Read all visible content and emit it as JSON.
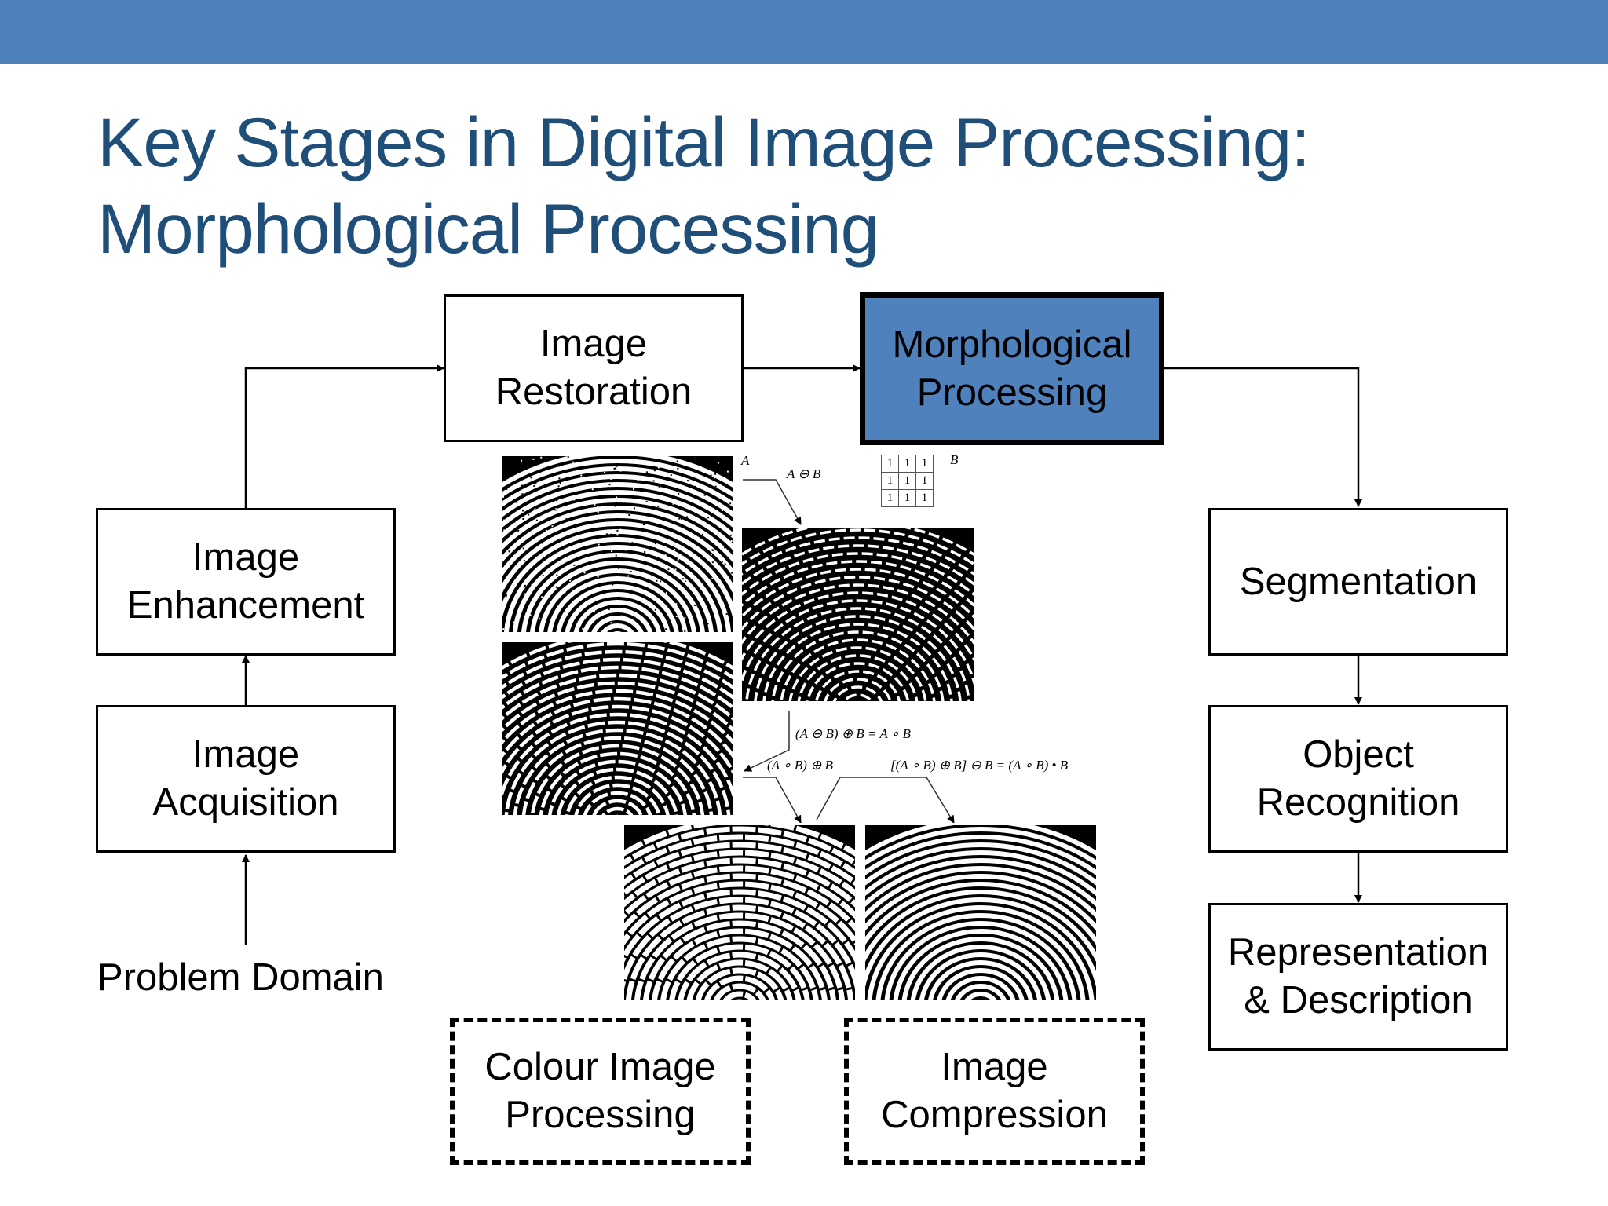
{
  "slide": {
    "title_line1": "Key Stages in Digital Image Processing:",
    "title_line2": "Morphological Processing"
  },
  "stages": {
    "image_restoration": "Image\nRestoration",
    "morphological_processing": "Morphological\nProcessing",
    "image_enhancement": "Image\nEnhancement",
    "image_acquisition": "Image\nAcquisition",
    "problem_domain": "Problem Domain",
    "segmentation": "Segmentation",
    "object_recognition": "Object\nRecognition",
    "representation_description": "Representation\n& Description",
    "colour_image_processing": "Colour Image\nProcessing",
    "image_compression": "Image\nCompression"
  },
  "figure": {
    "label_a": "A",
    "label_b": "B",
    "erosion": "A ⊖ B",
    "opening": "(A ⊖ B) ⊕ B = A ∘ B",
    "dilate_opening": "(A ∘ B) ⊕ B",
    "closing_of_opening": "[(A ∘ B) ⊕ B] ⊖ B = (A ∘ B) • B",
    "structuring_element": [
      [
        "1",
        "1",
        "1"
      ],
      [
        "1",
        "1",
        "1"
      ],
      [
        "1",
        "1",
        "1"
      ]
    ]
  },
  "colors": {
    "accent": "#4f81bd",
    "title": "#1f4e79"
  }
}
